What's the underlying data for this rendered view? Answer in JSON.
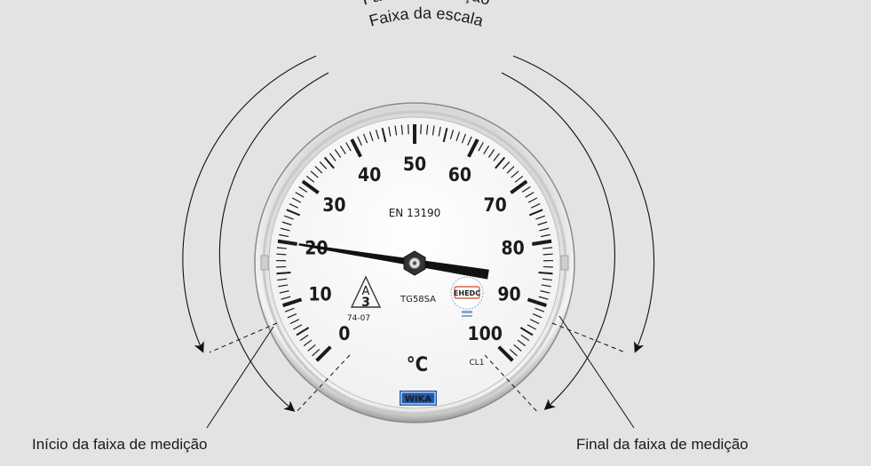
{
  "labels": {
    "measuring_range": "Faixa de medição",
    "scale_range": "Faixa da escala",
    "start_of_range": "Início da faixa de medição",
    "end_of_range": "Final da faixa de medição"
  },
  "dial": {
    "scale_min": 0,
    "scale_max": 100,
    "major_step": 10,
    "minor_per_major": 10,
    "tick_labels": [
      "0",
      "10",
      "20",
      "30",
      "40",
      "50",
      "60",
      "70",
      "80",
      "90",
      "100"
    ],
    "standard": "EN 13190",
    "unit": "°C",
    "accuracy_class": "CL1",
    "model": "TG58SA",
    "mark_number": "3",
    "mark_code": "74-07",
    "cert_logo": "EHEDC",
    "brand": "WIKA",
    "pointer_value": 20,
    "measuring_range_start": 10,
    "measuring_range_end": 90
  },
  "colors": {
    "background": "#e3e3e3",
    "dial_face": "#ffffff",
    "ink": "#1b1b1b",
    "brand_blue": "#1f5aa8",
    "cert_red": "#d0452b"
  }
}
